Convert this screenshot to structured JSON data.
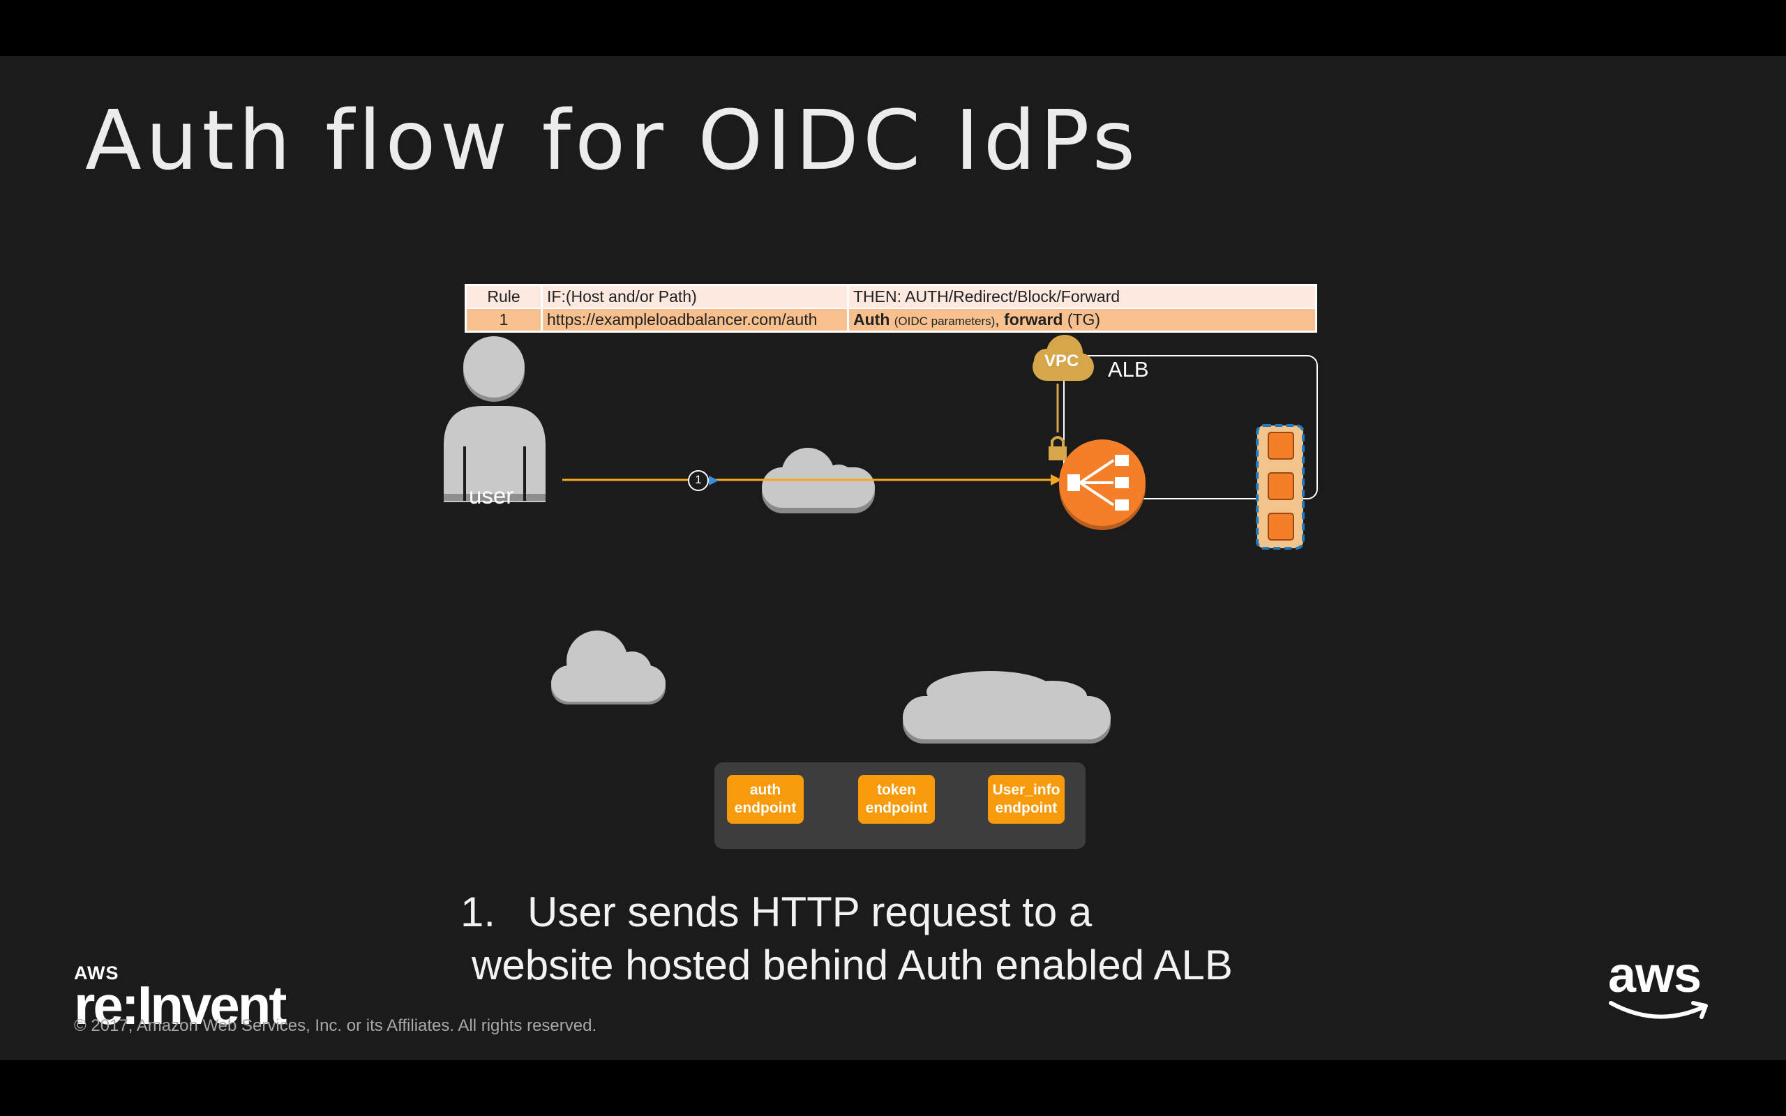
{
  "slide": {
    "title": "Auth flow for OIDC IdPs"
  },
  "rule_table": {
    "headers": [
      "Rule",
      "IF:(Host and/or Path)",
      "THEN: AUTH/Redirect/Block/Forward"
    ],
    "row": {
      "rule": "1",
      "condition": "https://exampleloadbalancer.com/auth",
      "action_auth": "Auth",
      "action_auth_params": "(OIDC parameters)",
      "action_sep": ", ",
      "action_forward": "forward",
      "action_forward_target": "(TG)"
    }
  },
  "diagram": {
    "user_label": "user",
    "alb_label": "ALB",
    "vpc_label": "VPC",
    "step_marker": "1",
    "arrow_color": "#f6a623",
    "alb_color": "#f47f28",
    "cloud_color": "#c8c8c8"
  },
  "endpoints": [
    {
      "line1": "auth",
      "line2": "endpoint"
    },
    {
      "line1": "token",
      "line2": "endpoint"
    },
    {
      "line1": "User_info",
      "line2": "endpoint"
    }
  ],
  "caption": {
    "number": "1.",
    "line1": "User sends HTTP request to a",
    "line2": "website hosted behind Auth enabled ALB"
  },
  "branding": {
    "event_small": "AWS",
    "event_large": "re:Invent",
    "copyright": "© 2017, Amazon Web Services, Inc. or its Affiliates. All rights reserved.",
    "logo_text": "aws"
  }
}
